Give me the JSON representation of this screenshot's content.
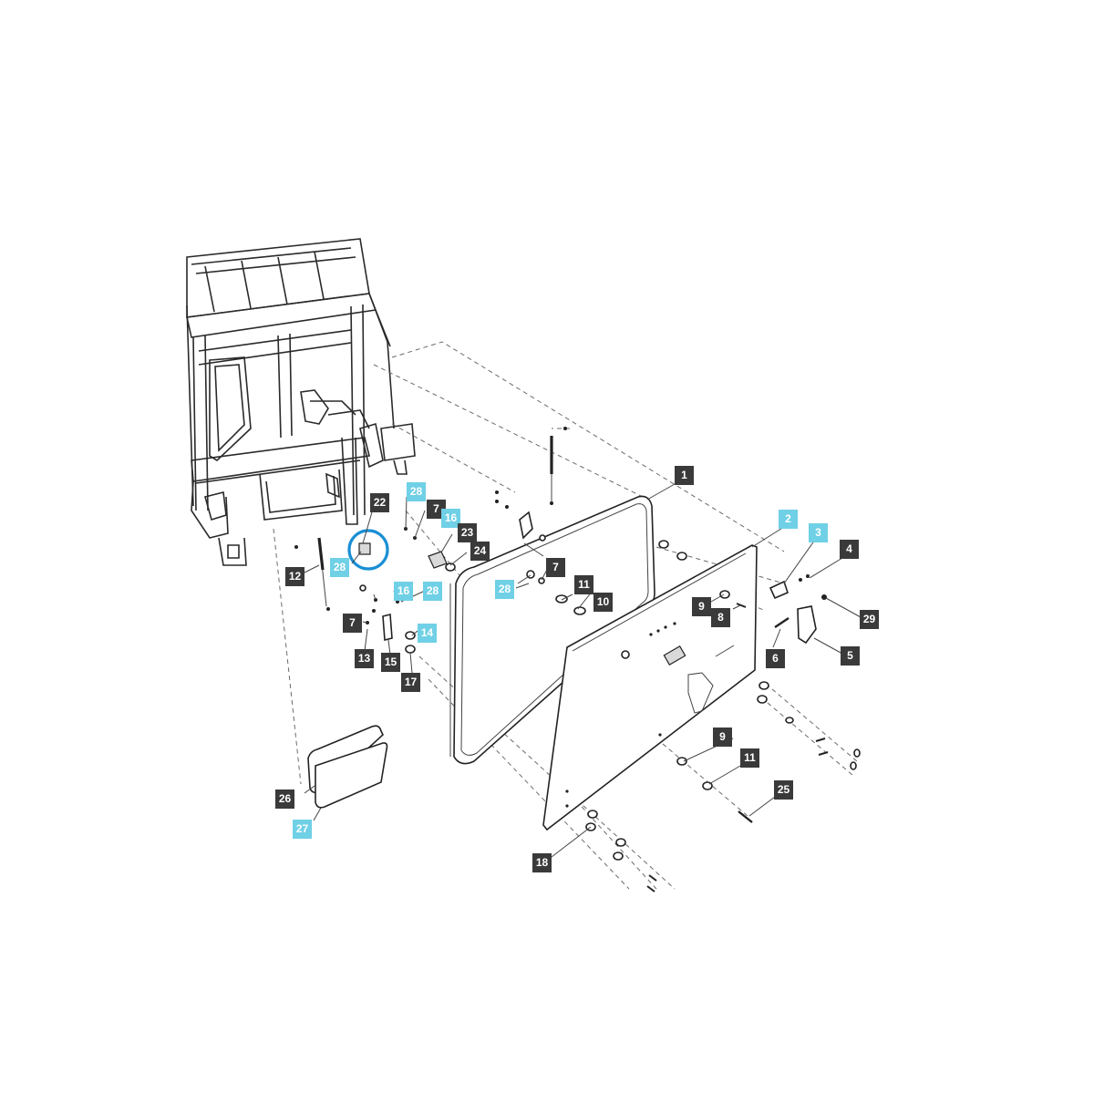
{
  "diagram": {
    "highlight_color": "#1a8fd4",
    "dark_callout_color": "#3a3a3a",
    "cyan_callout_color": "#6fd0e6",
    "callouts": [
      {
        "id": "c1",
        "label": "1",
        "style": "dark"
      },
      {
        "id": "c2",
        "label": "2",
        "style": "cyan"
      },
      {
        "id": "c3",
        "label": "3",
        "style": "cyan"
      },
      {
        "id": "c4",
        "label": "4",
        "style": "dark"
      },
      {
        "id": "c5",
        "label": "5",
        "style": "dark"
      },
      {
        "id": "c6",
        "label": "6",
        "style": "dark"
      },
      {
        "id": "c7a",
        "label": "7",
        "style": "dark"
      },
      {
        "id": "c7b",
        "label": "7",
        "style": "dark"
      },
      {
        "id": "c7c",
        "label": "7",
        "style": "dark"
      },
      {
        "id": "c8",
        "label": "8",
        "style": "dark"
      },
      {
        "id": "c9a",
        "label": "9",
        "style": "dark"
      },
      {
        "id": "c9b",
        "label": "9",
        "style": "dark"
      },
      {
        "id": "c10",
        "label": "10",
        "style": "dark"
      },
      {
        "id": "c11a",
        "label": "11",
        "style": "dark"
      },
      {
        "id": "c11b",
        "label": "11",
        "style": "dark"
      },
      {
        "id": "c12",
        "label": "12",
        "style": "dark"
      },
      {
        "id": "c13",
        "label": "13",
        "style": "dark"
      },
      {
        "id": "c14",
        "label": "14",
        "style": "cyan"
      },
      {
        "id": "c15",
        "label": "15",
        "style": "dark"
      },
      {
        "id": "c16a",
        "label": "16",
        "style": "cyan"
      },
      {
        "id": "c16b",
        "label": "16",
        "style": "cyan"
      },
      {
        "id": "c17",
        "label": "17",
        "style": "dark"
      },
      {
        "id": "c18",
        "label": "18",
        "style": "dark"
      },
      {
        "id": "c22",
        "label": "22",
        "style": "dark"
      },
      {
        "id": "c23",
        "label": "23",
        "style": "dark"
      },
      {
        "id": "c24",
        "label": "24",
        "style": "dark"
      },
      {
        "id": "c25",
        "label": "25",
        "style": "dark"
      },
      {
        "id": "c26",
        "label": "26",
        "style": "dark"
      },
      {
        "id": "c27",
        "label": "27",
        "style": "cyan"
      },
      {
        "id": "c28a",
        "label": "28",
        "style": "cyan"
      },
      {
        "id": "c28b",
        "label": "28",
        "style": "cyan"
      },
      {
        "id": "c28c",
        "label": "28",
        "style": "cyan"
      },
      {
        "id": "c28d",
        "label": "28",
        "style": "cyan"
      },
      {
        "id": "c29",
        "label": "29",
        "style": "dark"
      }
    ]
  }
}
